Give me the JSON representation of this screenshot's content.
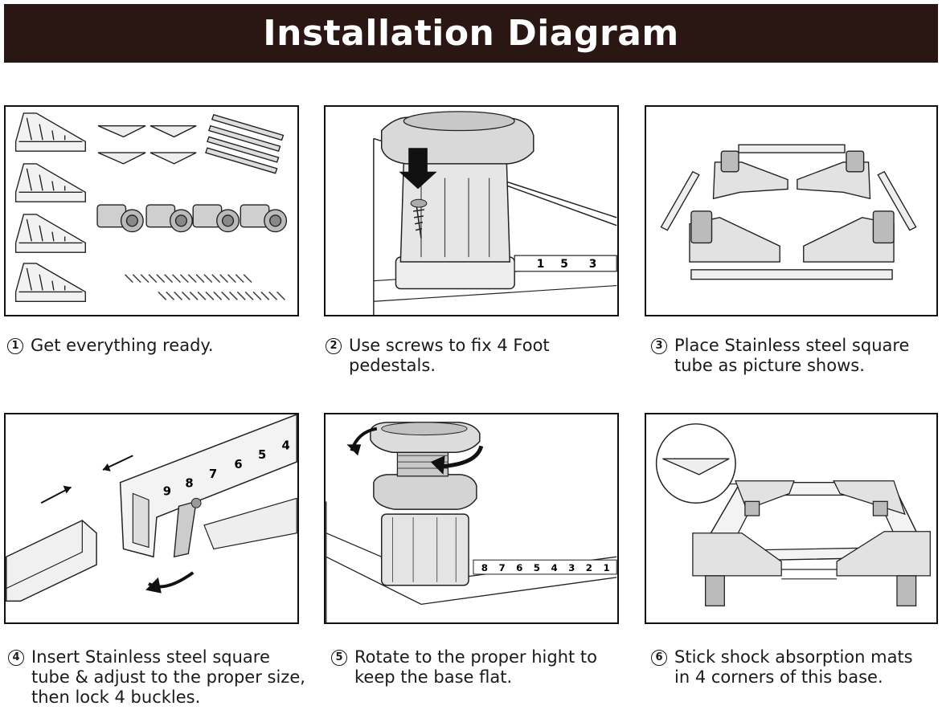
{
  "title": "Installation Diagram",
  "steps": [
    {
      "num": "1",
      "text": "Get everything ready."
    },
    {
      "num": "2",
      "text": "Use screws to fix 4 Foot pedestals."
    },
    {
      "num": "3",
      "text": "Place Stainless steel square tube as picture shows."
    },
    {
      "num": "4",
      "text": "Insert Stainless steel square tube & adjust to the proper size, then lock 4 buckles."
    },
    {
      "num": "5",
      "text": "Rotate to the proper hight to keep the base flat."
    },
    {
      "num": "6",
      "text": "Stick shock absorption mats in 4 corners of this base."
    }
  ],
  "ruler_marks": {
    "panel2": [
      "1",
      "5",
      "3"
    ],
    "panel4": [
      "9",
      "8",
      "7",
      "6",
      "5",
      "4"
    ],
    "panel5": [
      "8",
      "7",
      "6",
      "5",
      "4",
      "3",
      "2",
      "1"
    ]
  }
}
